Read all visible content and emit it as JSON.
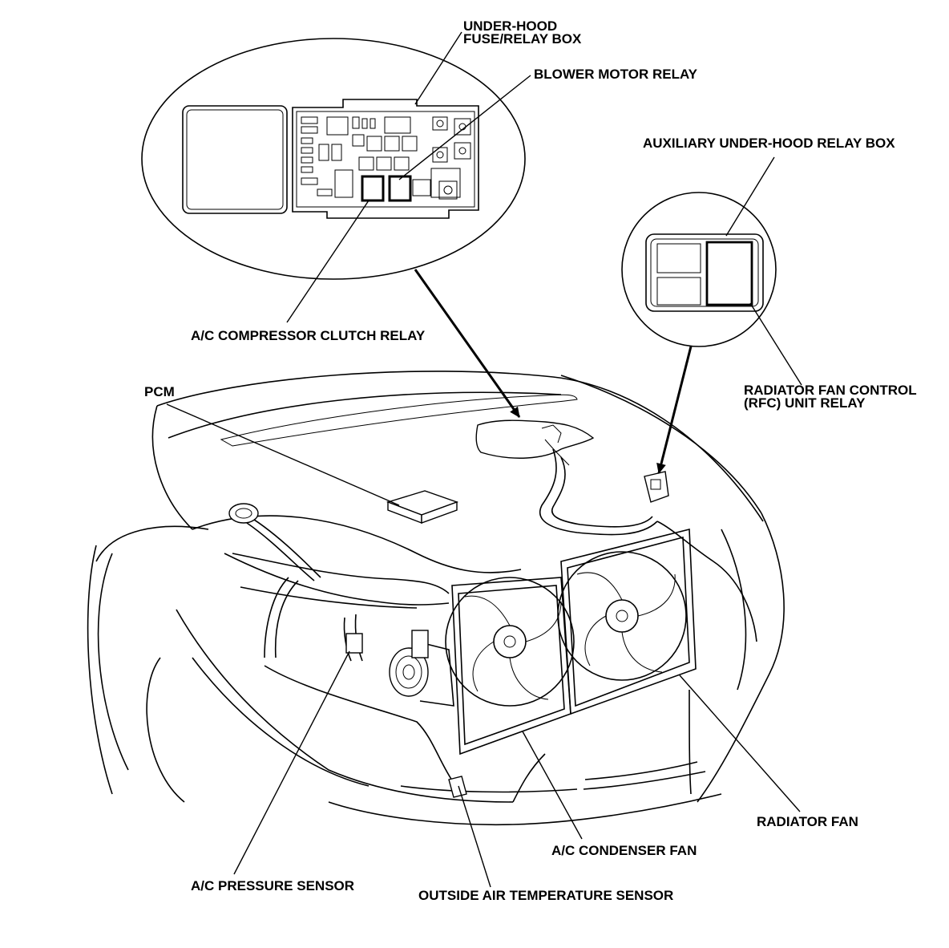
{
  "labels": {
    "under_hood_box_line1": "UNDER-HOOD",
    "under_hood_box_line2": "FUSE/RELAY BOX",
    "blower_motor_relay": "BLOWER MOTOR RELAY",
    "auxiliary_relay_box": "AUXILIARY UNDER-HOOD RELAY BOX",
    "ac_compressor_clutch_relay": "A/C COMPRESSOR CLUTCH RELAY",
    "pcm": "PCM",
    "rfc_relay_line1": "RADIATOR FAN CONTROL",
    "rfc_relay_line2": "(RFC) UNIT RELAY",
    "radiator_fan": "RADIATOR FAN",
    "ac_condenser_fan": "A/C CONDENSER FAN",
    "ac_pressure_sensor": "A/C PRESSURE SENSOR",
    "outside_air_temp_sensor": "OUTSIDE AIR TEMPERATURE SENSOR"
  }
}
